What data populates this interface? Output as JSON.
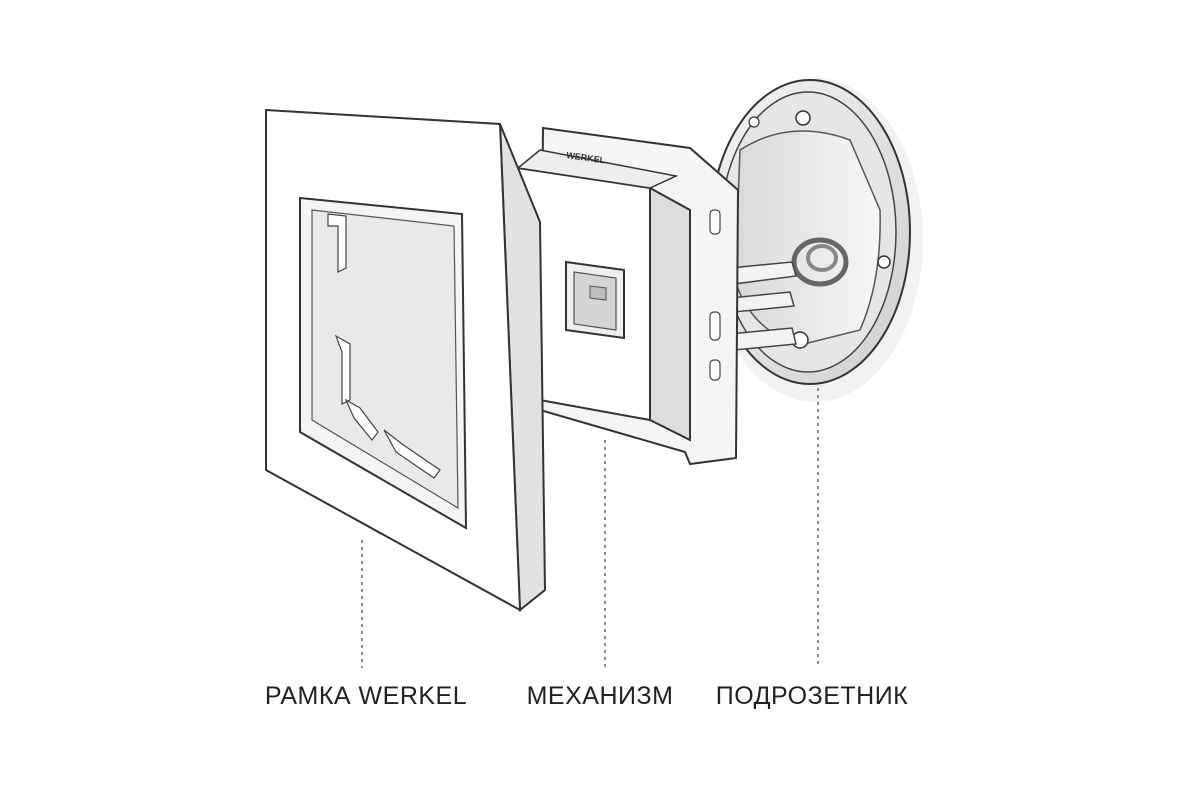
{
  "brand_mark": "WERKEL",
  "labels": {
    "frame": "РАМКА WERKEL",
    "mechanism": "МЕХАНИЗМ",
    "box": "ПОДРОЗЕТНИК"
  }
}
